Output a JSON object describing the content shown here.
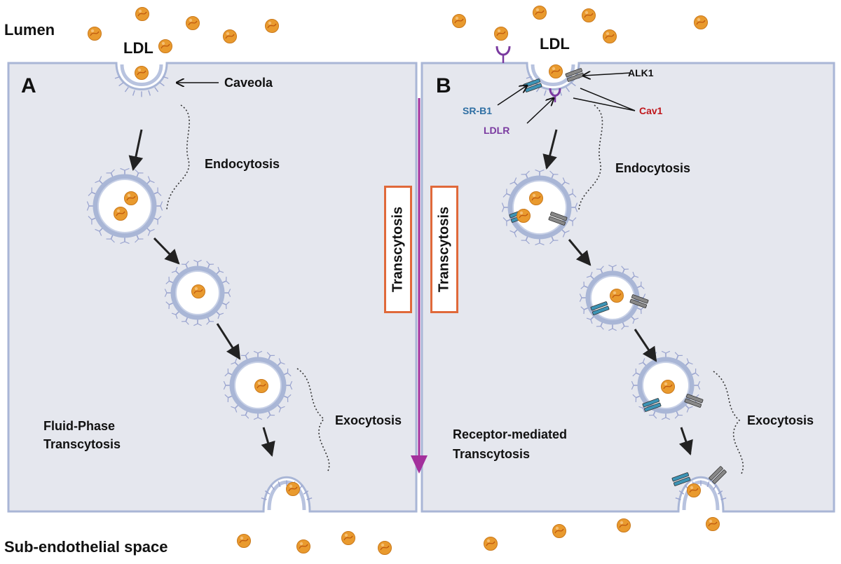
{
  "labels": {
    "lumen": "Lumen",
    "sub_endothelial": "Sub-endothelial space",
    "panel_a_letter": "A",
    "panel_b_letter": "B",
    "ldl_a": "LDL",
    "ldl_b": "LDL",
    "caveola": "Caveola",
    "endocytosis_a": "Endocytosis",
    "endocytosis_b": "Endocytosis",
    "exocytosis_a": "Exocytosis",
    "exocytosis_b": "Exocytosis",
    "fluid_phase_line1": "Fluid-Phase",
    "fluid_phase_line2": "Transcytosis",
    "receptor_line1": "Receptor-mediated",
    "receptor_line2": "Transcytosis",
    "transcytosis_box_left": "Transcytosis",
    "transcytosis_box_right": "Transcytosis",
    "alk1": "ALK1",
    "srb1": "SR-B1",
    "ldlr": "LDLR",
    "cav1": "Cav1"
  },
  "colors": {
    "cell_fill": "#e5e7ee",
    "membrane": "#a9b6d6",
    "ldl_particle": "#e99a2e",
    "transcytosis_arrow": "#a3309c",
    "box_border": "#e0693a",
    "srb1": "#2f6fa3",
    "ldlr": "#7a3aa0",
    "cav1": "#c0171c",
    "alk1_receptor": "#888888",
    "srb1_receptor": "#3c93b5"
  }
}
